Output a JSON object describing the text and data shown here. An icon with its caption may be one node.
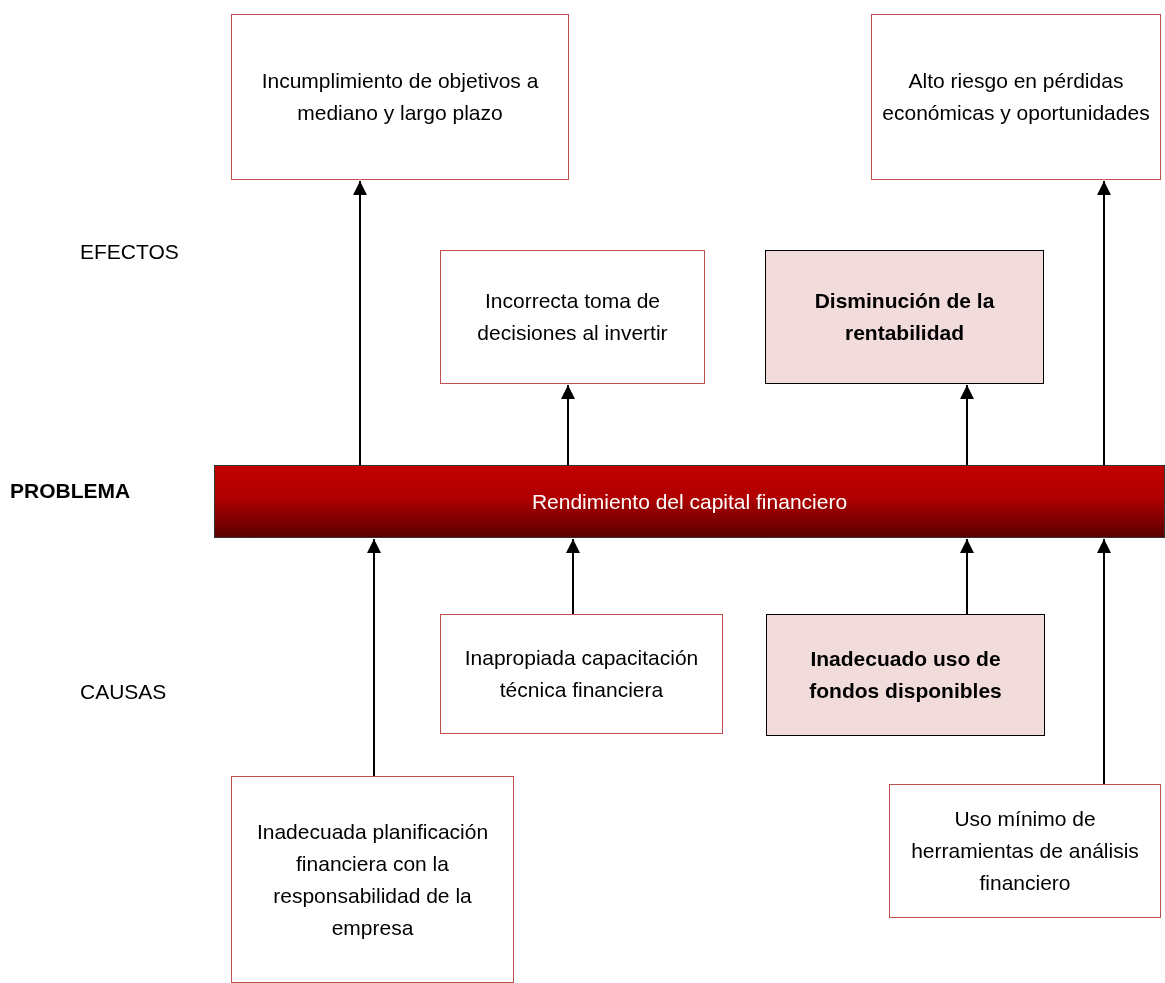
{
  "diagram": {
    "nodes": [
      {
        "text": [
          "Incumplimiento de objetivos a mediano y largo plazo"
        ]
      },
      {
        "text": [
          "Alto riesgo en pérdidas económicas y oportunidades"
        ]
      },
      {
        "text": [
          "Incorrecta toma de decisiones al invertir"
        ]
      },
      {
        "text": [
          "Disminución de la rentabilidad"
        ]
      },
      {
        "text": [
          "Rendimiento del capital financiero"
        ]
      },
      {
        "text": [
          "Inapropiada capacitación técnica financiera"
        ]
      },
      {
        "text": [
          "Inadecuado uso de fondos disponibles"
        ]
      },
      {
        "text": [
          "Inadecuada planificación financiera con la responsabilidad de la empresa"
        ]
      },
      {
        "text": [
          "Uso mínimo de herramientas de análisis financiero"
        ]
      }
    ],
    "edges": [
      {
        "from": 4,
        "to": 0,
        "arrow": "to"
      },
      {
        "from": 4,
        "to": 2,
        "arrow": "to"
      },
      {
        "from": 4,
        "to": 3,
        "arrow": "to"
      },
      {
        "from": 4,
        "to": 1,
        "arrow": "to"
      },
      {
        "from": 7,
        "to": 4,
        "arrow": "to"
      },
      {
        "from": 5,
        "to": 4,
        "arrow": "to"
      },
      {
        "from": 6,
        "to": 4,
        "arrow": "to"
      },
      {
        "from": 8,
        "to": 4,
        "arrow": "to"
      }
    ],
    "labels": [
      "EFECTOS",
      "PROBLEMA",
      "CAUSAS"
    ]
  }
}
